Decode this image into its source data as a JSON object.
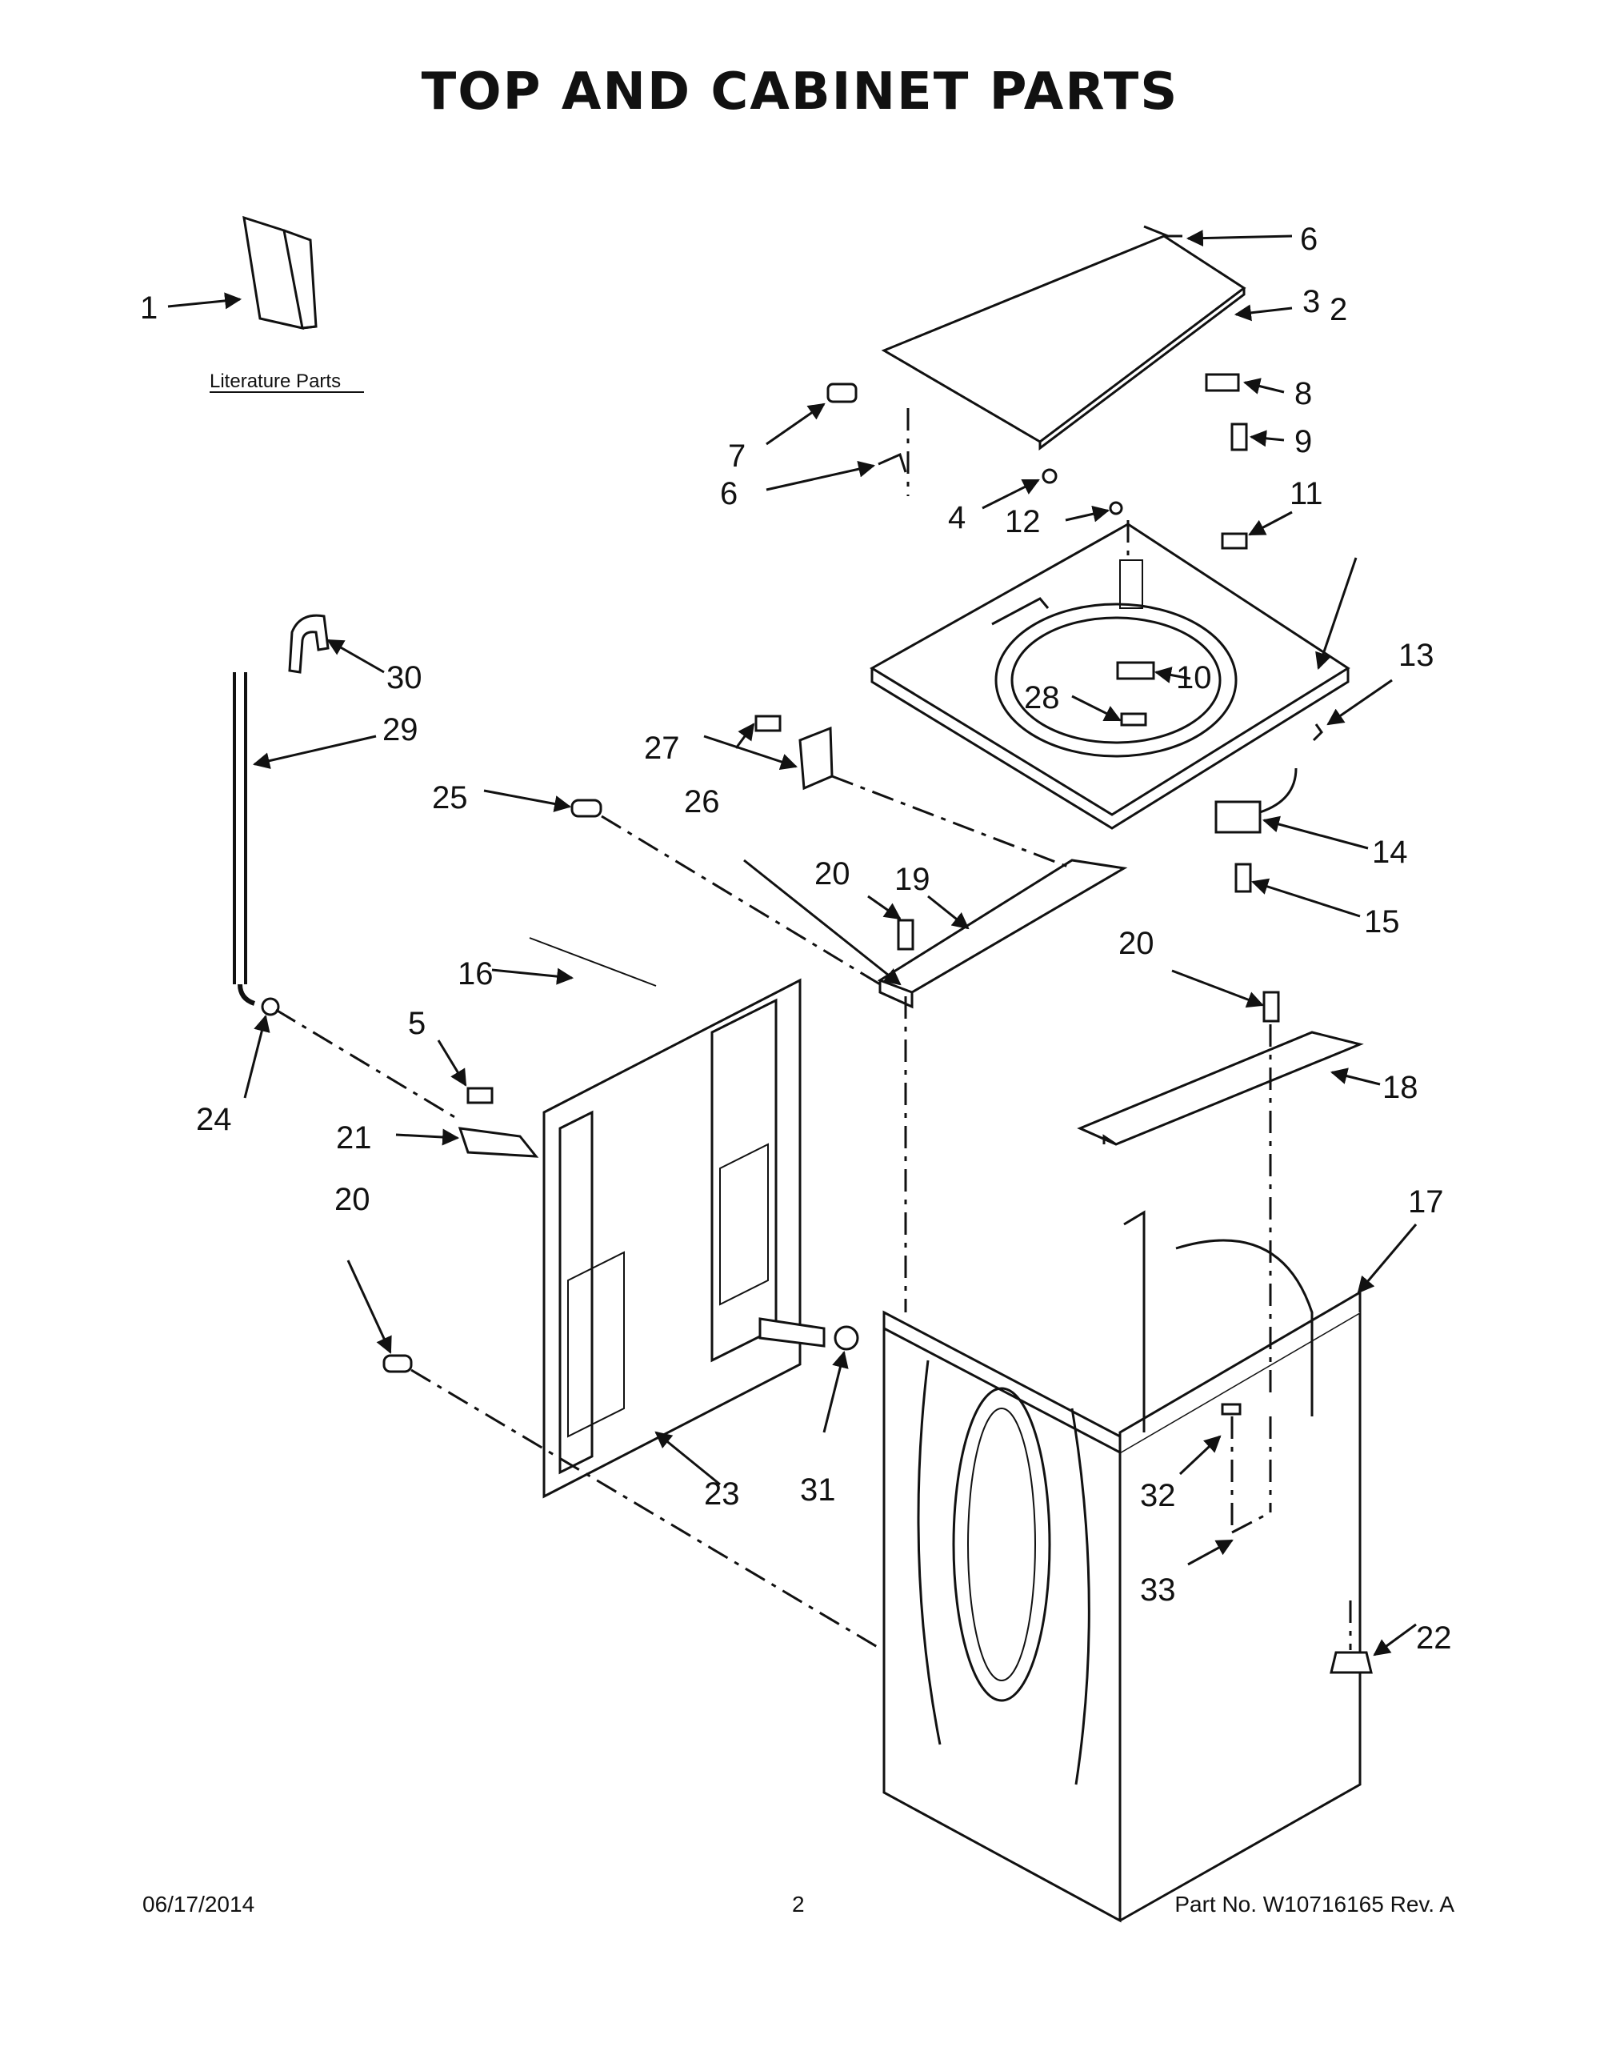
{
  "title": "TOP AND CABINET PARTS",
  "literature_label": "Literature Parts",
  "callouts": {
    "c1": "1",
    "c2": "2",
    "c3": "3",
    "c4": "4",
    "c5": "5",
    "c6a": "6",
    "c6b": "6",
    "c7": "7",
    "c8": "8",
    "c9": "9",
    "c10": "10",
    "c11": "11",
    "c12": "12",
    "c13": "13",
    "c14": "14",
    "c15": "15",
    "c16": "16",
    "c17": "17",
    "c18": "18",
    "c19": "19",
    "c20a": "20",
    "c20b": "20",
    "c20c": "20",
    "c21": "21",
    "c22": "22",
    "c23": "23",
    "c24": "24",
    "c25": "25",
    "c26": "26",
    "c27": "27",
    "c28": "28",
    "c29": "29",
    "c30": "30",
    "c31": "31",
    "c32": "32",
    "c33": "33"
  },
  "footer": {
    "date": "06/17/2014",
    "page": "2",
    "part": "Part No.  W10716165  Rev.  A"
  }
}
